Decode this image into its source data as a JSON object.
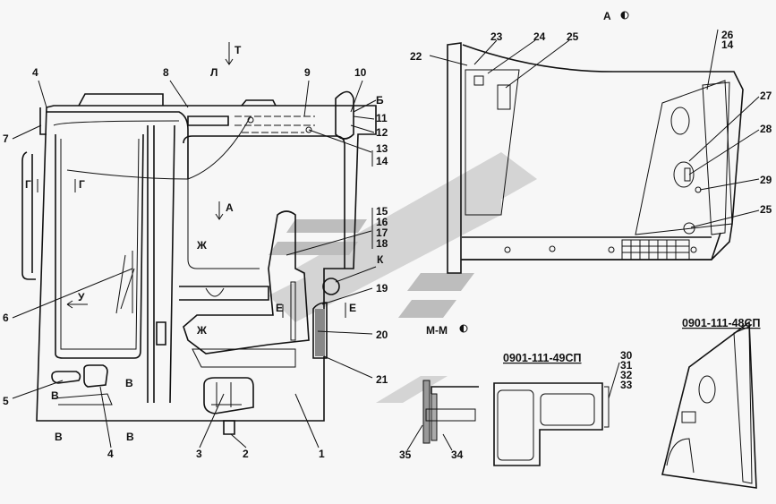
{
  "drawing": {
    "main_view": {
      "view_arrow_T": "Т",
      "callouts": {
        "c4a": "4",
        "c8": "8",
        "cL": "Л",
        "c9": "9",
        "c10": "10",
        "cB_": "Б",
        "c11": "11",
        "c12": "12",
        "c13": "13",
        "c14": "14",
        "c7": "7",
        "cG1": "Г",
        "cG2": "Г",
        "cA": "А",
        "c15": "15",
        "c16": "16",
        "c17": "17",
        "c18": "18",
        "cZh1": "Ж",
        "cK": "К",
        "c19": "19",
        "c6": "6",
        "cU": "У",
        "cE1": "Е",
        "cE2": "Е",
        "cZh2": "Ж",
        "c20": "20",
        "c21": "21",
        "c5": "5",
        "cV1": "В",
        "cV2": "В",
        "c4b": "4",
        "c3": "3",
        "c2": "2",
        "c1": "1",
        "cV3": "В",
        "cV4": "В"
      }
    },
    "view_A": {
      "title": "А",
      "rotation_icon": "rotate-icon",
      "callouts": {
        "c22": "22",
        "c23": "23",
        "c24": "24",
        "c25a": "25",
        "c26": "26",
        "c14": "14",
        "c27": "27",
        "c28": "28",
        "c29": "29",
        "c25b": "25"
      }
    },
    "section_MM": {
      "title": "М-М",
      "rotation_icon": "rotate-icon",
      "callouts": {
        "c35": "35",
        "c34": "34"
      }
    },
    "part_49": {
      "code": "0901-111-49СП",
      "callouts": {
        "c30": "30",
        "c31": "31",
        "c32": "32",
        "c33": "33"
      }
    },
    "part_48": {
      "code": "0901-111-48СП"
    }
  },
  "colors": {
    "line": "#111111",
    "background": "#f7f7f7",
    "watermark": "#d4d4d4"
  }
}
